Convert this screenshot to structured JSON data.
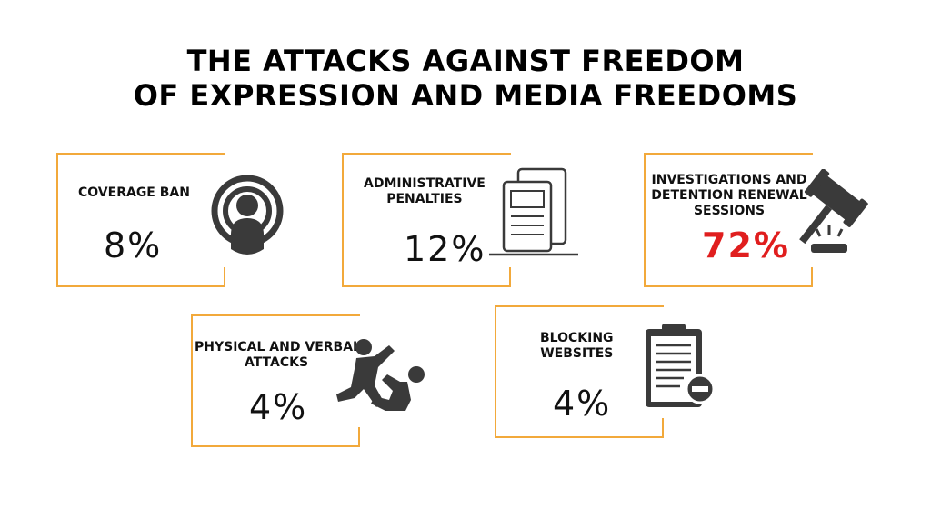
{
  "title": {
    "line1": "THE ATTACKS AGAINST FREEDOM",
    "line2": "OF EXPRESSION AND MEDIA FREEDOMS"
  },
  "cards": [
    {
      "label_lines": [
        "COVERAGE BAN"
      ],
      "value": "8%",
      "icon": "signal-broadcast-person-icon"
    },
    {
      "label_lines": [
        "ADMINISTRATIVE",
        "PENALTIES"
      ],
      "value": "12%",
      "icon": "documents-icon"
    },
    {
      "label_lines": [
        "INVESTIGATIONS AND",
        "DETENTION RENEWAL",
        "SESSIONS"
      ],
      "value": "72%",
      "icon": "gavel-icon",
      "highlight_color": "#e01e1e"
    },
    {
      "label_lines": [
        "PHYSICAL AND VERBAL",
        "ATTACKS"
      ],
      "value": "4%",
      "icon": "fight-icon"
    },
    {
      "label_lines": [
        "BLOCKING",
        "WEBSITES"
      ],
      "value": "4%",
      "icon": "clipboard-blocked-icon"
    }
  ],
  "colors": {
    "accent": "#f2a93b",
    "highlight": "#e01e1e",
    "icon": "#3a3a3a"
  }
}
